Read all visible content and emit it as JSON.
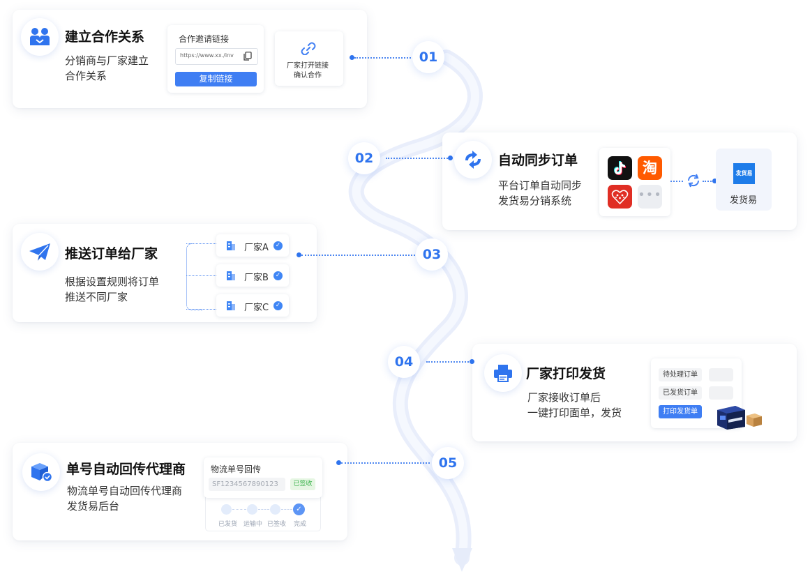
{
  "steps": [
    {
      "num": "01",
      "title": "建立合作关系",
      "desc": [
        "分销商与厂家建立",
        "合作关系"
      ]
    },
    {
      "num": "02",
      "title": "自动同步订单",
      "desc": [
        "平台订单自动同步",
        "发货易分销系统"
      ]
    },
    {
      "num": "03",
      "title": "推送订单给厂家",
      "desc": [
        "根据设置规则将订单",
        "推送不同厂家"
      ]
    },
    {
      "num": "04",
      "title": "厂家打印发货",
      "desc": [
        "厂家接收订单后",
        "一键打印面单，发货"
      ]
    },
    {
      "num": "05",
      "title": "单号自动回传代理商",
      "desc": [
        "物流单号自动回传代理商",
        "发货易后台"
      ]
    }
  ],
  "invite": {
    "title": "合作邀请链接",
    "url": "https://www.xx./inv",
    "button": "复制链接",
    "confirm": [
      "厂家打开链接",
      "确认合作"
    ]
  },
  "sync": {
    "platforms": [
      "tiktok-logo",
      "taobao-logo",
      "pinduoduo-logo",
      "more-icon"
    ],
    "taobao_char": "淘",
    "target_logo": "发货易",
    "target_label": "发货易"
  },
  "factories": [
    "厂家A",
    "厂家B",
    "厂家C"
  ],
  "print": {
    "tabs": [
      "待处理订单",
      "已发货订单"
    ],
    "button": "打印发货单"
  },
  "tracking": {
    "title": "物流单号回传",
    "number": "SF1234567890123",
    "status": "已签收",
    "stages": [
      "已发货",
      "运输中",
      "已签收",
      "完成"
    ]
  },
  "colors": {
    "accent": "#2f74ee",
    "path": "#e8eefb",
    "success": "#38b24a"
  }
}
